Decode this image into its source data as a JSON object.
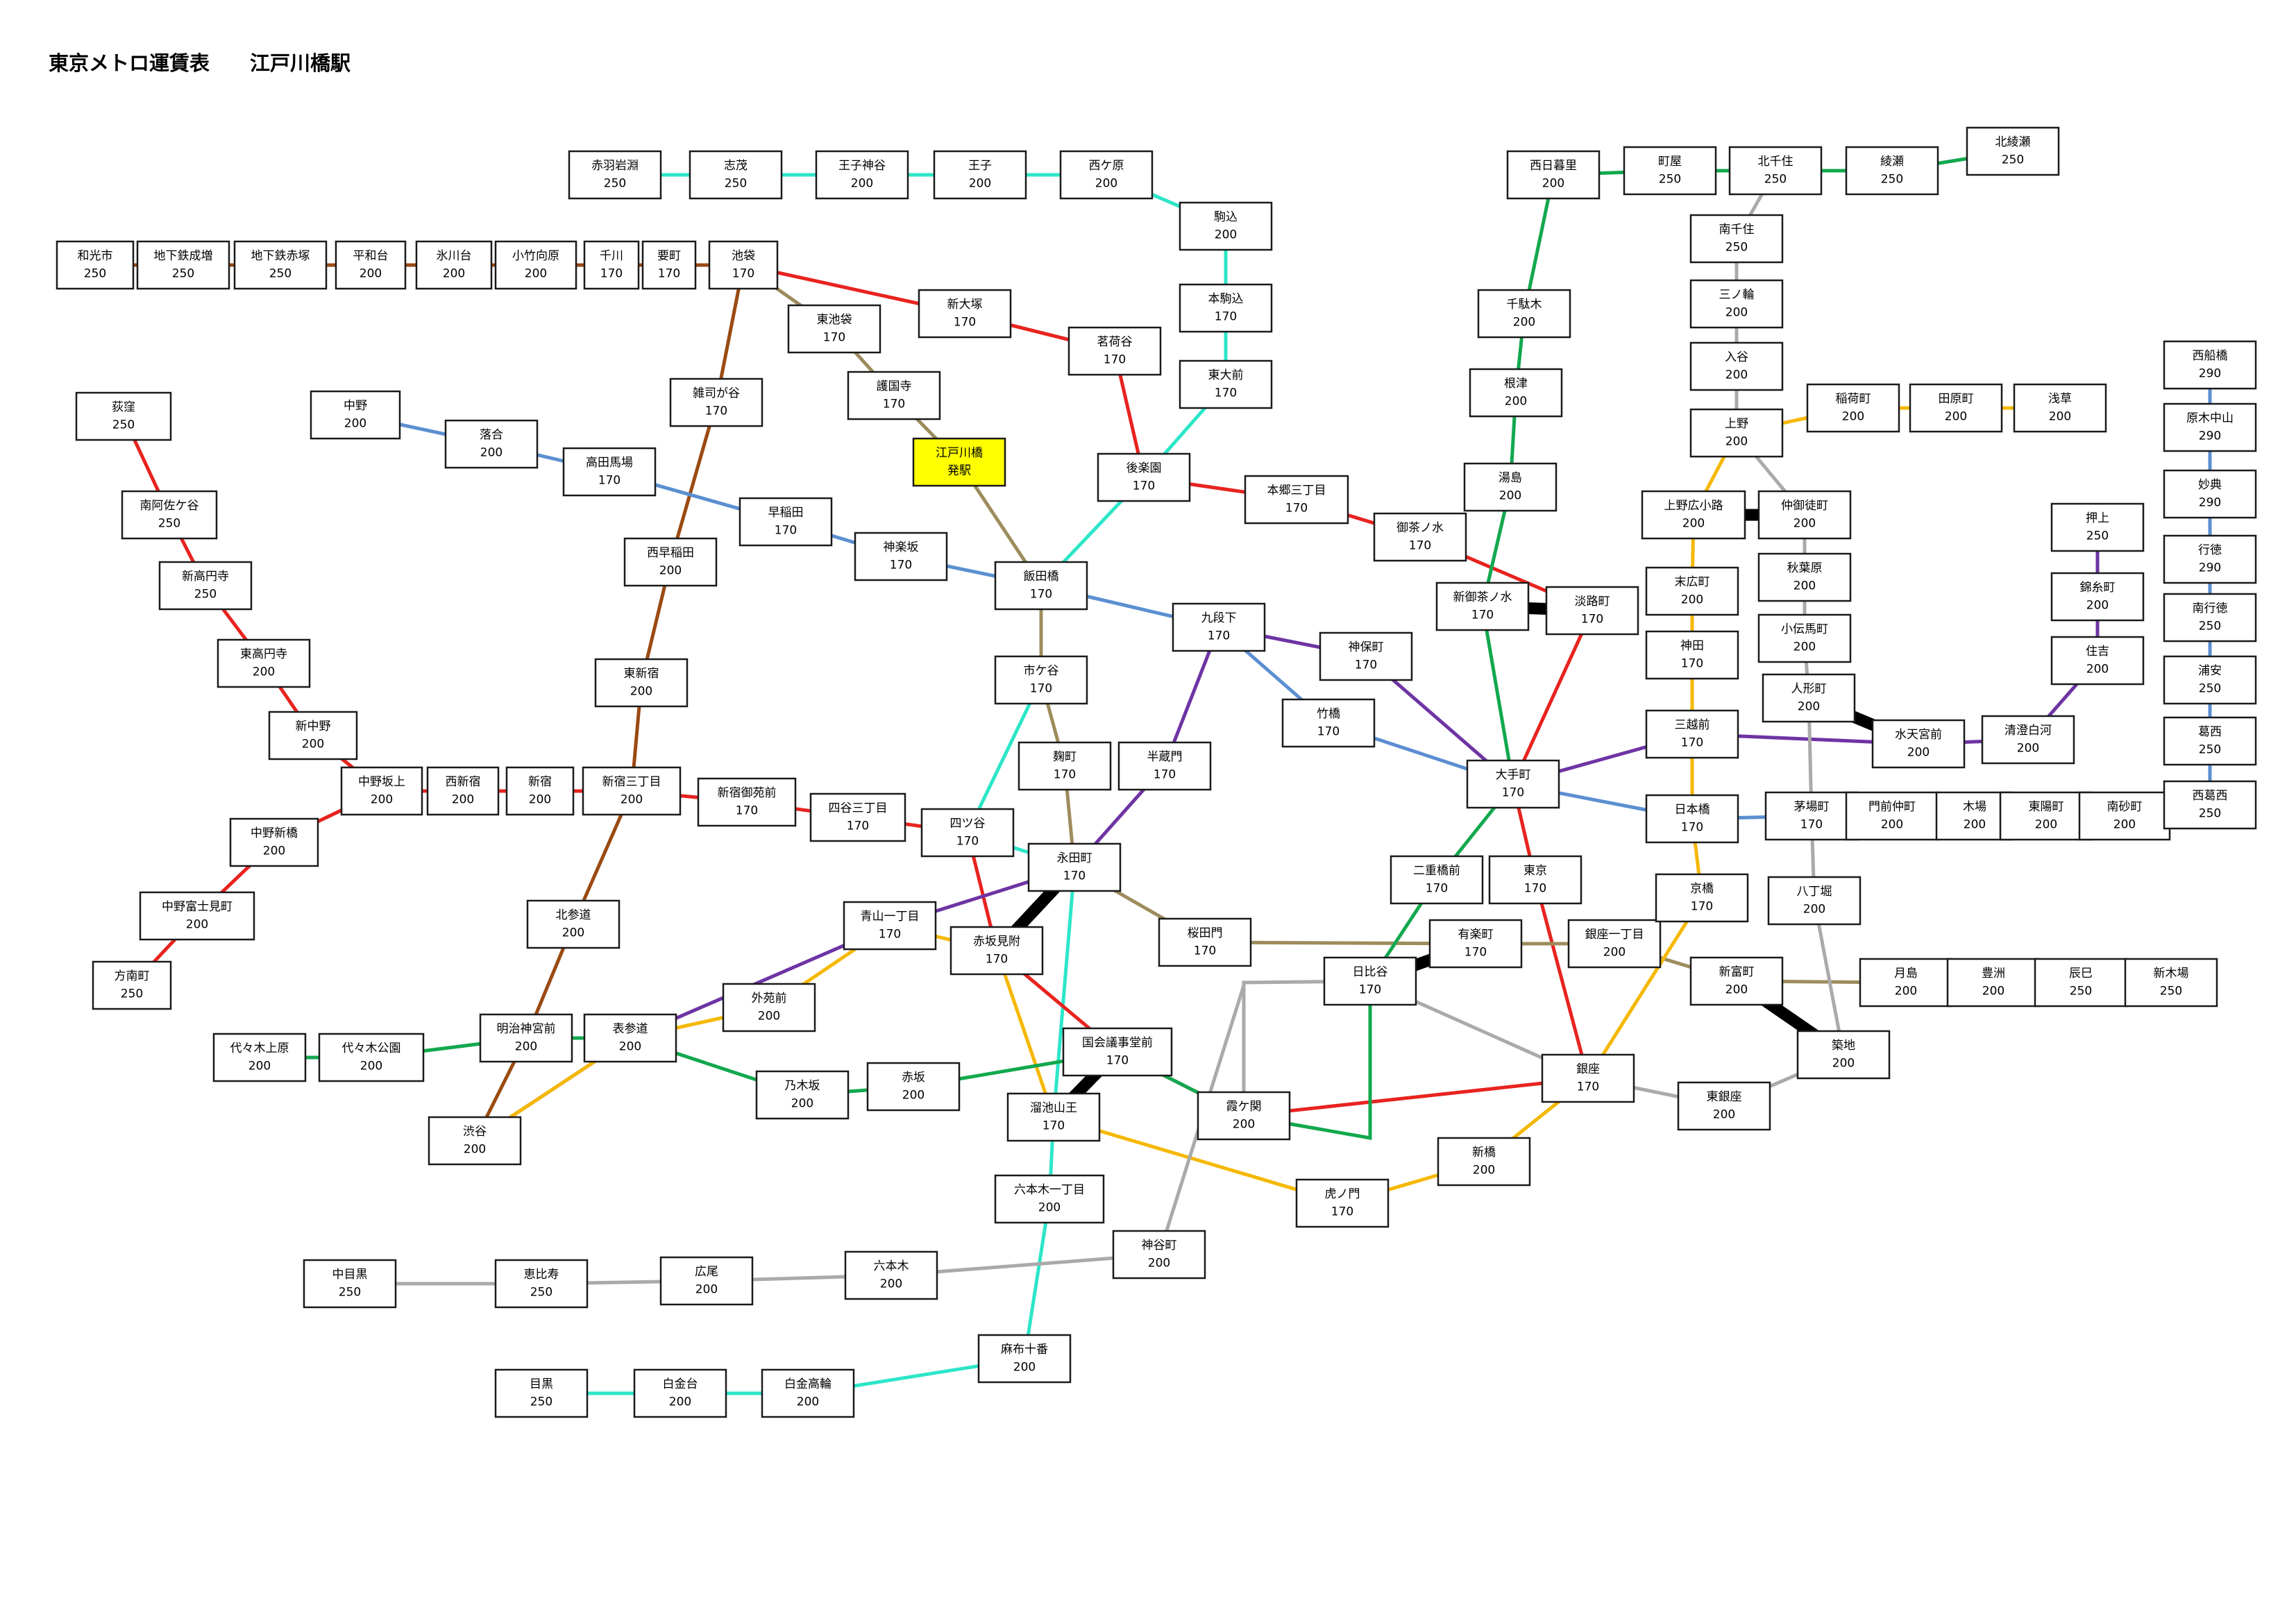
{
  "title": "東京メトロ運賃表　　江戸川橋駅",
  "origin_station": "江戸川橋",
  "origin_label": "発駅",
  "line_colors": {
    "tozai": "#5b8fd1",
    "marunouchi": "#e8231f",
    "namboku": "#2de6c8",
    "ginza": "#f5b800",
    "hibiya": "#aaaaaa",
    "chiyoda": "#12a84e",
    "hanzomon": "#6e34a4",
    "fukutoshin": "#9a4a12",
    "yurakucho": "#9d8c5c",
    "transfer": "#000000"
  },
  "stations": [
    {
      "id": "akabaneiwabuchi",
      "name": "赤羽岩淵",
      "fare": "250"
    },
    {
      "id": "shimo",
      "name": "志茂",
      "fare": "250"
    },
    {
      "id": "ojikamiya",
      "name": "王子神谷",
      "fare": "200"
    },
    {
      "id": "oji",
      "name": "王子",
      "fare": "200"
    },
    {
      "id": "nishigahara",
      "name": "西ケ原",
      "fare": "200"
    },
    {
      "id": "komagome",
      "name": "駒込",
      "fare": "200"
    },
    {
      "id": "honkomagome",
      "name": "本駒込",
      "fare": "170"
    },
    {
      "id": "todaimae",
      "name": "東大前",
      "fare": "170"
    },
    {
      "id": "wakoshi",
      "name": "和光市",
      "fare": "250"
    },
    {
      "id": "narimasu",
      "name": "地下鉄成増",
      "fare": "250"
    },
    {
      "id": "akatsuka",
      "name": "地下鉄赤塚",
      "fare": "250"
    },
    {
      "id": "heiwadai",
      "name": "平和台",
      "fare": "200"
    },
    {
      "id": "hikawadai",
      "name": "氷川台",
      "fare": "200"
    },
    {
      "id": "kotakemukaihara",
      "name": "小竹向原",
      "fare": "200"
    },
    {
      "id": "senkawa",
      "name": "千川",
      "fare": "170"
    },
    {
      "id": "kanamecho",
      "name": "要町",
      "fare": "170"
    },
    {
      "id": "ikebukuro",
      "name": "池袋",
      "fare": "170"
    },
    {
      "id": "higashiikebukuro",
      "name": "東池袋",
      "fare": "170"
    },
    {
      "id": "shinotsuka",
      "name": "新大塚",
      "fare": "170"
    },
    {
      "id": "myogadani",
      "name": "茗荷谷",
      "fare": "170"
    },
    {
      "id": "gokokuji",
      "name": "護国寺",
      "fare": "170"
    },
    {
      "id": "zoshigaya",
      "name": "雑司が谷",
      "fare": "170"
    },
    {
      "id": "edogawabashi",
      "name": "江戸川橋",
      "fare": "発駅"
    },
    {
      "id": "korakuen",
      "name": "後楽園",
      "fare": "170"
    },
    {
      "id": "hongosanchome",
      "name": "本郷三丁目",
      "fare": "170"
    },
    {
      "id": "ochanomizu",
      "name": "御茶ノ水",
      "fare": "170"
    },
    {
      "id": "ogikubo",
      "name": "荻窪",
      "fare": "250"
    },
    {
      "id": "minamiasagaya",
      "name": "南阿佐ケ谷",
      "fare": "250"
    },
    {
      "id": "shinkoenji",
      "name": "新高円寺",
      "fare": "250"
    },
    {
      "id": "higashikoenji",
      "name": "東高円寺",
      "fare": "200"
    },
    {
      "id": "shinnakano",
      "name": "新中野",
      "fare": "200"
    },
    {
      "id": "nakanosakaue",
      "name": "中野坂上",
      "fare": "200"
    },
    {
      "id": "nishishinjuku",
      "name": "西新宿",
      "fare": "200"
    },
    {
      "id": "shinjuku",
      "name": "新宿",
      "fare": "200"
    },
    {
      "id": "shinjukusanchome",
      "name": "新宿三丁目",
      "fare": "200"
    },
    {
      "id": "shinjukugyoenmae",
      "name": "新宿御苑前",
      "fare": "170"
    },
    {
      "id": "yotsuyasanchome",
      "name": "四谷三丁目",
      "fare": "170"
    },
    {
      "id": "yotsuya",
      "name": "四ツ谷",
      "fare": "170"
    },
    {
      "id": "nakanoshinbashi",
      "name": "中野新橋",
      "fare": "200"
    },
    {
      "id": "nakanofujimicho",
      "name": "中野富士見町",
      "fare": "200"
    },
    {
      "id": "honancho",
      "name": "方南町",
      "fare": "250"
    },
    {
      "id": "nakano",
      "name": "中野",
      "fare": "200"
    },
    {
      "id": "ochiai",
      "name": "落合",
      "fare": "200"
    },
    {
      "id": "takadanobaba",
      "name": "高田馬場",
      "fare": "170"
    },
    {
      "id": "waseda",
      "name": "早稲田",
      "fare": "170"
    },
    {
      "id": "kagurazaka",
      "name": "神楽坂",
      "fare": "170"
    },
    {
      "id": "iidabashi",
      "name": "飯田橋",
      "fare": "170"
    },
    {
      "id": "kudanshita",
      "name": "九段下",
      "fare": "170"
    },
    {
      "id": "takebashi",
      "name": "竹橋",
      "fare": "170"
    },
    {
      "id": "jimbocho",
      "name": "神保町",
      "fare": "170"
    },
    {
      "id": "nishiwaseda",
      "name": "西早稲田",
      "fare": "200"
    },
    {
      "id": "higashishinjuku",
      "name": "東新宿",
      "fare": "200"
    },
    {
      "id": "kitasando",
      "name": "北参道",
      "fare": "200"
    },
    {
      "id": "meijijingumae",
      "name": "明治神宮前",
      "fare": "200"
    },
    {
      "id": "shibuya",
      "name": "渋谷",
      "fare": "200"
    },
    {
      "id": "yoyogiuehara",
      "name": "代々木上原",
      "fare": "200"
    },
    {
      "id": "yoyogikoen",
      "name": "代々木公園",
      "fare": "200"
    },
    {
      "id": "omotesando",
      "name": "表参道",
      "fare": "200"
    },
    {
      "id": "gaiemmae",
      "name": "外苑前",
      "fare": "200"
    },
    {
      "id": "aoyamaitchome",
      "name": "青山一丁目",
      "fare": "170"
    },
    {
      "id": "akasakamitsuke",
      "name": "赤坂見附",
      "fare": "170"
    },
    {
      "id": "nogizaka",
      "name": "乃木坂",
      "fare": "200"
    },
    {
      "id": "akasaka",
      "name": "赤坂",
      "fare": "200"
    },
    {
      "id": "kokkaigijidomae",
      "name": "国会議事堂前",
      "fare": "170"
    },
    {
      "id": "tameikesanno",
      "name": "溜池山王",
      "fare": "170"
    },
    {
      "id": "kasumigaseki",
      "name": "霞ケ関",
      "fare": "200"
    },
    {
      "id": "toranomon",
      "name": "虎ノ門",
      "fare": "170"
    },
    {
      "id": "shimbashi",
      "name": "新橋",
      "fare": "200"
    },
    {
      "id": "ichigaya",
      "name": "市ケ谷",
      "fare": "170"
    },
    {
      "id": "kojimachi",
      "name": "麹町",
      "fare": "170"
    },
    {
      "id": "hanzomon",
      "name": "半蔵門",
      "fare": "170"
    },
    {
      "id": "nagatacho",
      "name": "永田町",
      "fare": "170"
    },
    {
      "id": "sakuradamon",
      "name": "桜田門",
      "fare": "170"
    },
    {
      "id": "roppongiitchome",
      "name": "六本木一丁目",
      "fare": "200"
    },
    {
      "id": "azabujuban",
      "name": "麻布十番",
      "fare": "200"
    },
    {
      "id": "shirokanetakanawa",
      "name": "白金高輪",
      "fare": "200"
    },
    {
      "id": "shirokanedai",
      "name": "白金台",
      "fare": "200"
    },
    {
      "id": "meguro",
      "name": "目黒",
      "fare": "250"
    },
    {
      "id": "nakameguro",
      "name": "中目黒",
      "fare": "250"
    },
    {
      "id": "ebisu",
      "name": "恵比寿",
      "fare": "250"
    },
    {
      "id": "hiroo",
      "name": "広尾",
      "fare": "200"
    },
    {
      "id": "roppongi",
      "name": "六本木",
      "fare": "200"
    },
    {
      "id": "kamiyacho",
      "name": "神谷町",
      "fare": "200"
    },
    {
      "id": "nishinippori",
      "name": "西日暮里",
      "fare": "200"
    },
    {
      "id": "machiya",
      "name": "町屋",
      "fare": "250"
    },
    {
      "id": "kitasenju",
      "name": "北千住",
      "fare": "250"
    },
    {
      "id": "ayase",
      "name": "綾瀬",
      "fare": "250"
    },
    {
      "id": "kitaayase",
      "name": "北綾瀬",
      "fare": "250"
    },
    {
      "id": "minamisenju",
      "name": "南千住",
      "fare": "250"
    },
    {
      "id": "minowa",
      "name": "三ノ輪",
      "fare": "200"
    },
    {
      "id": "iriya",
      "name": "入谷",
      "fare": "200"
    },
    {
      "id": "ueno",
      "name": "上野",
      "fare": "200"
    },
    {
      "id": "inaricho",
      "name": "稲荷町",
      "fare": "200"
    },
    {
      "id": "tawaramachi",
      "name": "田原町",
      "fare": "200"
    },
    {
      "id": "asakusa",
      "name": "浅草",
      "fare": "200"
    },
    {
      "id": "sendagi",
      "name": "千駄木",
      "fare": "200"
    },
    {
      "id": "nezu",
      "name": "根津",
      "fare": "200"
    },
    {
      "id": "yushima",
      "name": "湯島",
      "fare": "200"
    },
    {
      "id": "shinochanomizu",
      "name": "新御茶ノ水",
      "fare": "170"
    },
    {
      "id": "awajicho",
      "name": "淡路町",
      "fare": "170"
    },
    {
      "id": "uenohirokoji",
      "name": "上野広小路",
      "fare": "200"
    },
    {
      "id": "nakaokachimachi",
      "name": "仲御徒町",
      "fare": "200"
    },
    {
      "id": "akihabara",
      "name": "秋葉原",
      "fare": "200"
    },
    {
      "id": "kodemmacho",
      "name": "小伝馬町",
      "fare": "200"
    },
    {
      "id": "ningyocho",
      "name": "人形町",
      "fare": "200"
    },
    {
      "id": "suehirocho",
      "name": "末広町",
      "fare": "200"
    },
    {
      "id": "kanda",
      "name": "神田",
      "fare": "170"
    },
    {
      "id": "mitsukoshimae",
      "name": "三越前",
      "fare": "170"
    },
    {
      "id": "otemachi",
      "name": "大手町",
      "fare": "170"
    },
    {
      "id": "nihombashi",
      "name": "日本橋",
      "fare": "170"
    },
    {
      "id": "kayabacho",
      "name": "茅場町",
      "fare": "170"
    },
    {
      "id": "monzennakacho",
      "name": "門前仲町",
      "fare": "200"
    },
    {
      "id": "kiba",
      "name": "木場",
      "fare": "200"
    },
    {
      "id": "toyocho",
      "name": "東陽町",
      "fare": "200"
    },
    {
      "id": "minamisunamachi",
      "name": "南砂町",
      "fare": "200"
    },
    {
      "id": "nishikasai",
      "name": "西葛西",
      "fare": "250"
    },
    {
      "id": "kasai",
      "name": "葛西",
      "fare": "250"
    },
    {
      "id": "urayasu",
      "name": "浦安",
      "fare": "250"
    },
    {
      "id": "minamigyotoku",
      "name": "南行徳",
      "fare": "250"
    },
    {
      "id": "gyotoku",
      "name": "行徳",
      "fare": "290"
    },
    {
      "id": "myoden",
      "name": "妙典",
      "fare": "290"
    },
    {
      "id": "baraki",
      "name": "原木中山",
      "fare": "290"
    },
    {
      "id": "nishifunabashi",
      "name": "西船橋",
      "fare": "290"
    },
    {
      "id": "suitengumae",
      "name": "水天宮前",
      "fare": "200"
    },
    {
      "id": "kiyosumi",
      "name": "清澄白河",
      "fare": "200"
    },
    {
      "id": "sumiyoshi",
      "name": "住吉",
      "fare": "200"
    },
    {
      "id": "kinshicho",
      "name": "錦糸町",
      "fare": "200"
    },
    {
      "id": "oshiage",
      "name": "押上",
      "fare": "250"
    },
    {
      "id": "nijubashimae",
      "name": "二重橋前",
      "fare": "170"
    },
    {
      "id": "tokyo",
      "name": "東京",
      "fare": "170"
    },
    {
      "id": "yurakucho",
      "name": "有楽町",
      "fare": "170"
    },
    {
      "id": "hibiya",
      "name": "日比谷",
      "fare": "170"
    },
    {
      "id": "ginzaitchome",
      "name": "銀座一丁目",
      "fare": "200"
    },
    {
      "id": "kyobashi",
      "name": "京橋",
      "fare": "170"
    },
    {
      "id": "hatchobori",
      "name": "八丁堀",
      "fare": "200"
    },
    {
      "id": "shintomicho",
      "name": "新富町",
      "fare": "200"
    },
    {
      "id": "tsukishima",
      "name": "月島",
      "fare": "200"
    },
    {
      "id": "toyosu",
      "name": "豊洲",
      "fare": "200"
    },
    {
      "id": "tatsumi",
      "name": "辰巳",
      "fare": "250"
    },
    {
      "id": "shinkiba",
      "name": "新木場",
      "fare": "250"
    },
    {
      "id": "tsukiji",
      "name": "築地",
      "fare": "200"
    },
    {
      "id": "ginza",
      "name": "銀座",
      "fare": "170"
    },
    {
      "id": "higashiginza",
      "name": "東銀座",
      "fare": "200"
    }
  ]
}
